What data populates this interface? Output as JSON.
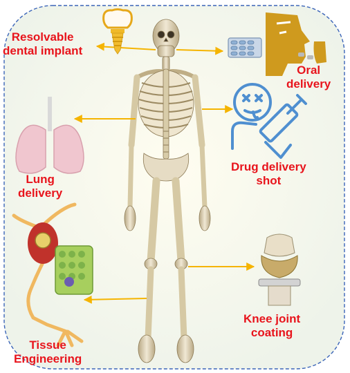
{
  "colors": {
    "label": "#e8141c",
    "arrow": "#f5b400",
    "border": "#3a64b8",
    "bone": "#e6dcc4",
    "drug_icon": "#4f8fd0",
    "oral_icon": "#cf9a1e"
  },
  "icons": [
    "dental-implant-icon",
    "pill-blister-icon",
    "face-profile-icon",
    "syringe-dizzy-face-icon",
    "lung-icon",
    "neuron-tissue-icon",
    "knee-implant-icon",
    "skeleton-figure"
  ],
  "labels": {
    "dental": [
      "Resolvable",
      "dental implant"
    ],
    "oral": [
      "Oral",
      "delivery"
    ],
    "drug": [
      "Drug delivery",
      "shot"
    ],
    "lung": [
      "Lung",
      "delivery"
    ],
    "knee": [
      "Knee joint",
      "coating"
    ],
    "tissue": [
      "Tissue",
      "Engineering"
    ]
  }
}
